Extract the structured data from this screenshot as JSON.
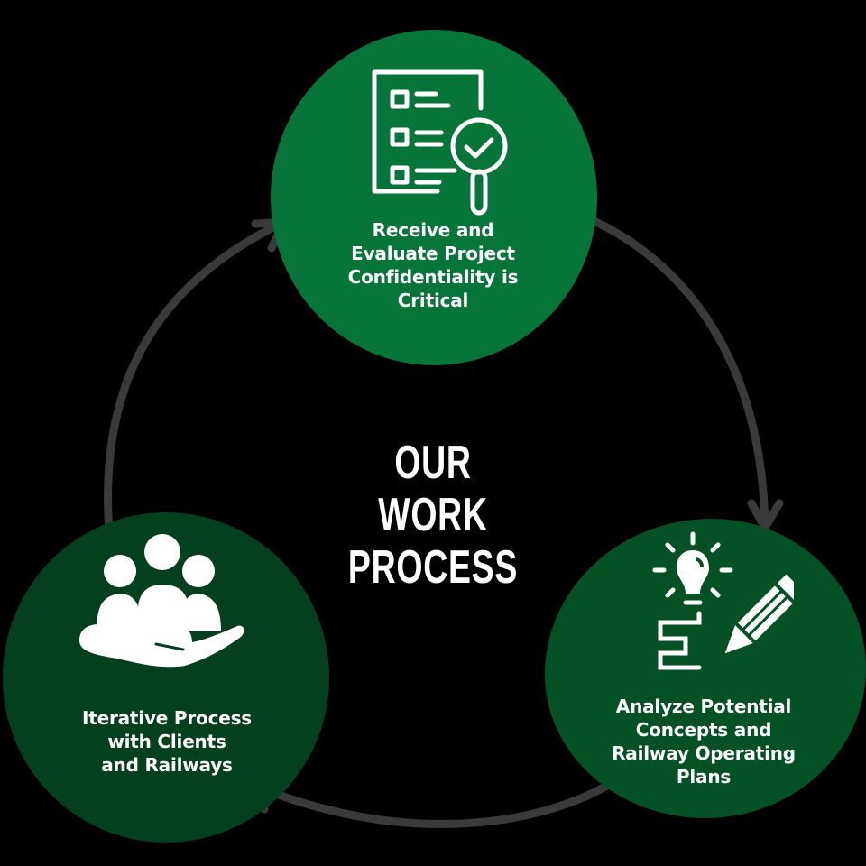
{
  "diagram": {
    "title": "OUR WORK\nPROCESS",
    "type": "cycle",
    "direction": "clockwise",
    "colors": {
      "background": "#000000",
      "step1_fill": "#077439",
      "step2_fill": "#045126",
      "step3_fill": "#043f20",
      "arrow": "#3a3a3a",
      "text": "#ffffff"
    },
    "steps": [
      {
        "id": 1,
        "label": "Receive and\nEvaluate Project\nConfidentiality is\nCritical",
        "icon": "checklist-magnifier-icon"
      },
      {
        "id": 2,
        "label": "Analyze Potential\nConcepts and\nRailway Operating\nPlans",
        "icon": "lightbulb-pencil-icon"
      },
      {
        "id": 3,
        "label": "Iterative Process\nwith Clients\nand Railways",
        "icon": "hand-holding-people-icon"
      }
    ],
    "arrows": [
      {
        "from": 1,
        "to": 2
      },
      {
        "from": 2,
        "to": 3
      },
      {
        "from": 3,
        "to": 1
      }
    ]
  }
}
